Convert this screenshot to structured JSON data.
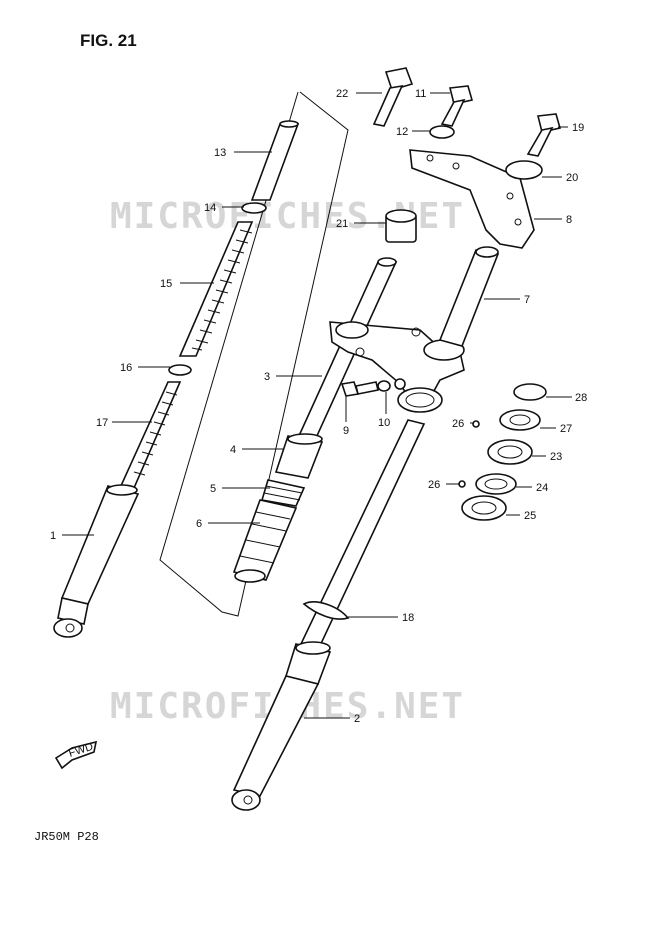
{
  "figure": {
    "title": "FIG. 21",
    "code": "JR50M  P28",
    "fwd": "FWD",
    "watermark": "MICROFICHES.NET"
  },
  "callouts": [
    {
      "num": "22"
    },
    {
      "num": "11"
    },
    {
      "num": "12"
    },
    {
      "num": "19"
    },
    {
      "num": "20"
    },
    {
      "num": "8"
    },
    {
      "num": "21"
    },
    {
      "num": "13"
    },
    {
      "num": "14"
    },
    {
      "num": "15"
    },
    {
      "num": "16"
    },
    {
      "num": "17"
    },
    {
      "num": "1"
    },
    {
      "num": "7"
    },
    {
      "num": "3"
    },
    {
      "num": "9"
    },
    {
      "num": "10"
    },
    {
      "num": "4"
    },
    {
      "num": "5"
    },
    {
      "num": "6"
    },
    {
      "num": "28"
    },
    {
      "num": "26"
    },
    {
      "num": "27"
    },
    {
      "num": "23"
    },
    {
      "num": "26"
    },
    {
      "num": "24"
    },
    {
      "num": "25"
    },
    {
      "num": "18"
    },
    {
      "num": "2"
    }
  ]
}
